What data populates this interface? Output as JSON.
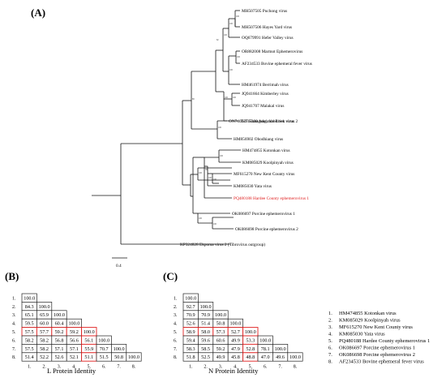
{
  "panels": {
    "a": {
      "label": "(A)",
      "scale_label": "0.4",
      "leaves": [
        {
          "text": "MH507505 Puchong virus",
          "highlight": false
        },
        {
          "text": "MH507506 Hayes Yard virus",
          "highlight": false
        },
        {
          "text": "OQ679991 Hefer Valley virus",
          "highlight": false
        },
        {
          "text": "OR882008 Marmot Ephemerovirus",
          "highlight": false
        },
        {
          "text": "AF234533 Bovine ephemeral fever virus",
          "highlight": false
        },
        {
          "text": "HM461974 Berrimah virus",
          "highlight": false
        },
        {
          "text": "JQ941664 Kimberley virus",
          "highlight": false
        },
        {
          "text": "JQ941707 Malakal virus",
          "highlight": false
        },
        {
          "text": "ON746527 Huangang rhabd tick virus 2",
          "highlight": false
        },
        {
          "text": "JN935380 Adelaide River virus",
          "highlight": false
        },
        {
          "text": "HM856902 Obodhiang virus",
          "highlight": false
        },
        {
          "text": "HM474855 Kotonkan virus",
          "highlight": false
        },
        {
          "text": "KM085029 Koolpinyah virus",
          "highlight": false
        },
        {
          "text": "MF615270 New Kent County virus",
          "highlight": false
        },
        {
          "text": "KM085030 Yata virus",
          "highlight": false
        },
        {
          "text": "PQ480188 Hardee County ephemerovirus 1",
          "highlight": true
        },
        {
          "text": "OK086697 Porcine ephemerovirus 1",
          "highlight": false
        },
        {
          "text": "OK086698 Porcine ephemerovirus 2",
          "highlight": false
        },
        {
          "text": "KP324828 Ekpoma virus 2 (Tibrovirus outgroup)",
          "highlight": false
        }
      ],
      "bootstrap": [
        "100",
        "100",
        "100",
        "82",
        "100",
        "100",
        "100",
        "88",
        "100",
        "100",
        "100",
        "100",
        "78",
        "100",
        "100",
        "100",
        "100"
      ]
    },
    "b": {
      "label": "(B)",
      "axis_label": "L  Protein Identity",
      "row_labels": [
        "1.",
        "2.",
        "3.",
        "4.",
        "5.",
        "6.",
        "7.",
        "8."
      ],
      "col_labels": [
        "1.",
        "2.",
        "3.",
        "4.",
        "5.",
        "6.",
        "7.",
        "8."
      ],
      "rows": [
        [
          "100.0"
        ],
        [
          "84.3",
          "100.0"
        ],
        [
          "65.1",
          "65.9",
          "100.0"
        ],
        [
          "59.5",
          "60.0",
          "60.4",
          "100.0"
        ],
        [
          "57.5",
          "57.7",
          "59.2",
          "59.2",
          "100.0"
        ],
        [
          "58.2",
          "58.2",
          "56.8",
          "56.6",
          "56.1",
          "100.0"
        ],
        [
          "57.5",
          "58.2",
          "57.1",
          "57.1",
          "55.9",
          "70.7",
          "100.0"
        ],
        [
          "51.4",
          "52.2",
          "52.6",
          "52.1",
          "51.1",
          "51.5",
          "50.8",
          "100.0"
        ]
      ]
    },
    "c": {
      "label": "(C)",
      "axis_label": "N  Protein Identity",
      "row_labels": [
        "1.",
        "2.",
        "3.",
        "4.",
        "5.",
        "6.",
        "7.",
        "8."
      ],
      "col_labels": [
        "1.",
        "2.",
        "3.",
        "4.",
        "5.",
        "6.",
        "7.",
        "8."
      ],
      "rows": [
        [
          "100.0"
        ],
        [
          "92.7",
          "100.0"
        ],
        [
          "70.9",
          "70.9",
          "100.0"
        ],
        [
          "52.6",
          "51.4",
          "50.8",
          "100.0"
        ],
        [
          "58.9",
          "58.0",
          "57.3",
          "52.7",
          "100.0"
        ],
        [
          "59.4",
          "59.6",
          "60.6",
          "49.9",
          "53.3",
          "100.0"
        ],
        [
          "58.3",
          "58.5",
          "59.2",
          "47.9",
          "52.8",
          "78.1",
          "100.0"
        ],
        [
          "51.8",
          "52.5",
          "49.9",
          "45.8",
          "48.8",
          "47.0",
          "49.6",
          "100.0"
        ]
      ]
    }
  },
  "legend": [
    {
      "num": "1.",
      "text": "HM474855 Kotonkan virus"
    },
    {
      "num": "2.",
      "text": "KM085029 Koolpinyah virus"
    },
    {
      "num": "3.",
      "text": "MF615270 New Kent County virus"
    },
    {
      "num": "4.",
      "text": "KM085030 Yata virus"
    },
    {
      "num": "5.",
      "text": "PQ480188 Hardee County ephemerovirus 1"
    },
    {
      "num": "6.",
      "text": "OK086697 Porcine ephemerovirus 1"
    },
    {
      "num": "7.",
      "text": "OK086698 Porcine ephemerovirus 2"
    },
    {
      "num": "8.",
      "text": "AF234533 Bovine ephemeral fever virus"
    }
  ],
  "colors": {
    "highlight": "#e02020",
    "ink": "#111111",
    "cell_border": "#222222"
  }
}
